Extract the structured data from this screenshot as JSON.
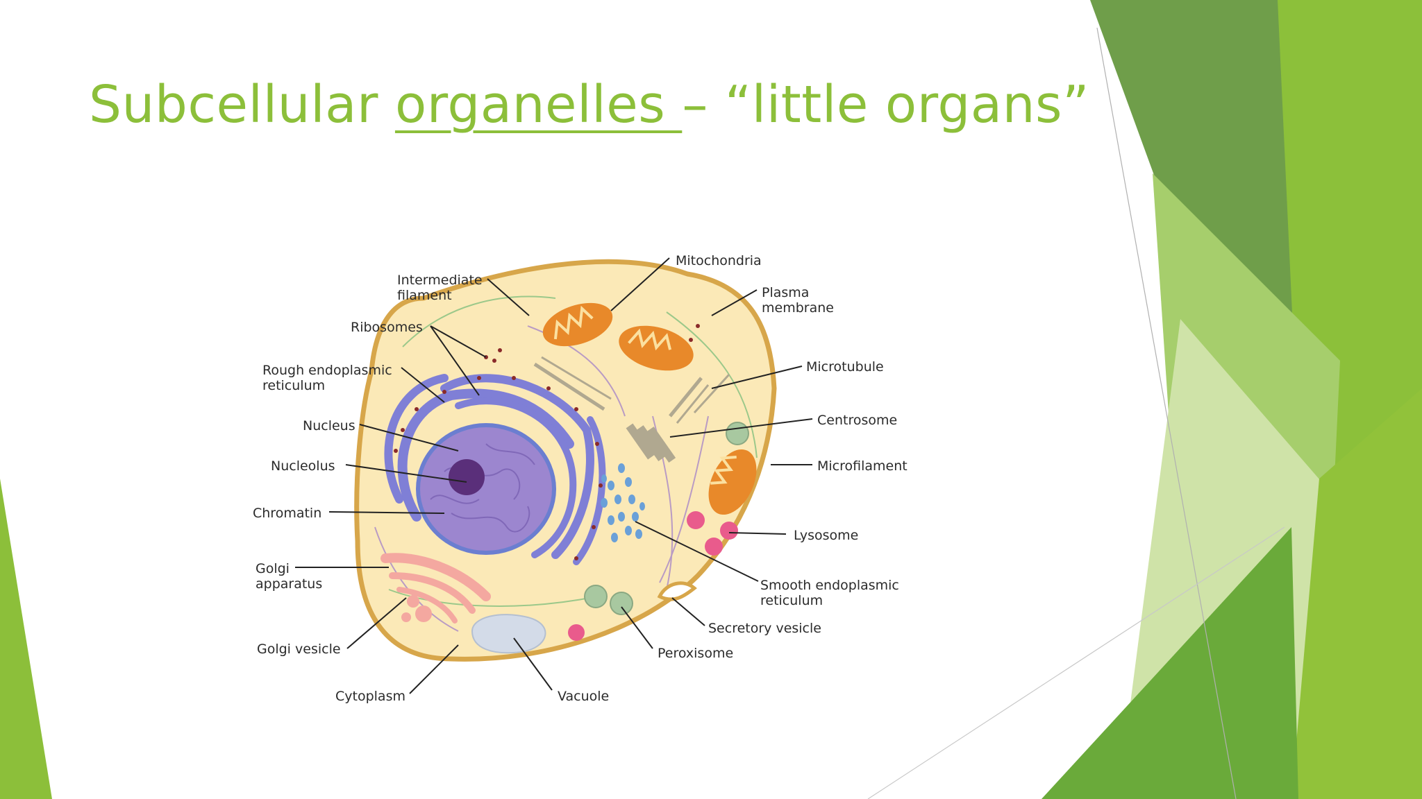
{
  "slide": {
    "title_part1": "Subcellular ",
    "title_underlined": "organelles ",
    "title_part2": "– “little organs”"
  },
  "diagram": {
    "labels": {
      "intermediate_filament_1": "Intermediate",
      "intermediate_filament_2": "filament",
      "ribosomes": "Ribosomes",
      "rough_er_1": "Rough endoplasmic",
      "rough_er_2": "reticulum",
      "nucleus": "Nucleus",
      "nucleolus": "Nucleolus",
      "chromatin": "Chromatin",
      "golgi_apparatus_1": "Golgi",
      "golgi_apparatus_2": "apparatus",
      "golgi_vesicle": "Golgi vesicle",
      "cytoplasm": "Cytoplasm",
      "vacuole": "Vacuole",
      "peroxisome": "Peroxisome",
      "secretory_vesicle": "Secretory vesicle",
      "smooth_er_1": "Smooth endoplasmic",
      "smooth_er_2": "reticulum",
      "lysosome": "Lysosome",
      "microfilament": "Microfilament",
      "centrosome": "Centrosome",
      "microtubule": "Microtubule",
      "plasma_membrane_1": "Plasma",
      "plasma_membrane_2": "membrane",
      "mitochondria": "Mitochondria"
    },
    "colors": {
      "cytoplasm": "#fbe9b7",
      "membrane": "#d7a64a",
      "nucleus": "#9c86cf",
      "nucleolus": "#5a2f7a",
      "rough_er": "#7f7fd6",
      "ribosome": "#8a2a2a",
      "mitochondria": "#e8892a",
      "golgi": "#f4a8a0",
      "lysosome": "#e95b8c",
      "vesicle_green": "#a8c8a0",
      "vacuole": "#d3dbe8"
    }
  },
  "theme": {
    "accent": "#8cbf3a",
    "dark_green": "#5f9a3a",
    "light_green": "#cfe3a8"
  }
}
